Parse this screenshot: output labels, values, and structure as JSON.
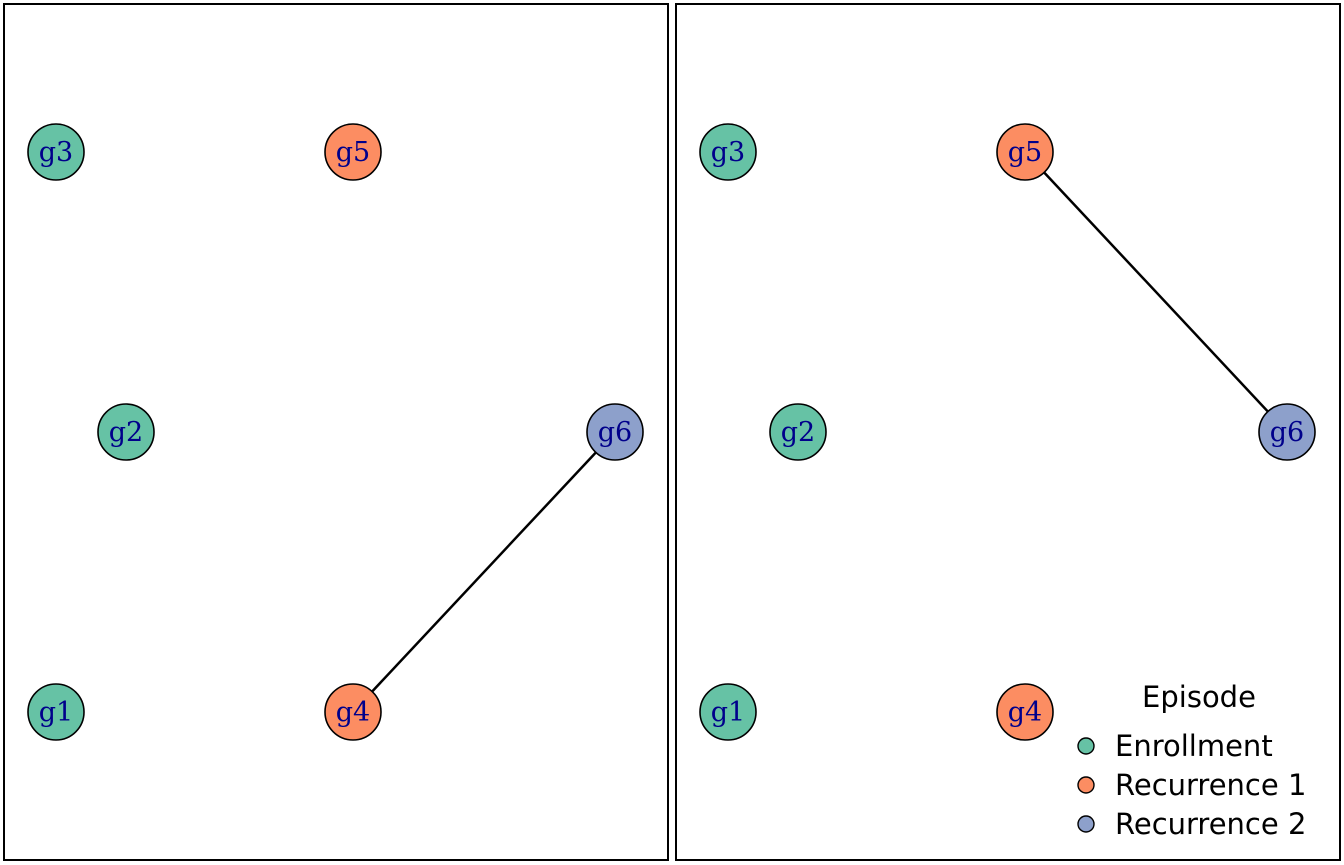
{
  "colors": {
    "enrollment": "#66c2a5",
    "recurrence_1": "#fc8d62",
    "recurrence_2": "#8da0cb",
    "label_text": "#00008b"
  },
  "panels": [
    {
      "nodes": [
        {
          "id": "g3",
          "label": "g3",
          "group": "enrollment"
        },
        {
          "id": "g5",
          "label": "g5",
          "group": "recurrence_1"
        },
        {
          "id": "g2",
          "label": "g2",
          "group": "enrollment"
        },
        {
          "id": "g6",
          "label": "g6",
          "group": "recurrence_2"
        },
        {
          "id": "g1",
          "label": "g1",
          "group": "enrollment"
        },
        {
          "id": "g4",
          "label": "g4",
          "group": "recurrence_1"
        }
      ],
      "edges": [
        {
          "from": "g4",
          "to": "g6"
        }
      ]
    },
    {
      "nodes": [
        {
          "id": "g3",
          "label": "g3",
          "group": "enrollment"
        },
        {
          "id": "g5",
          "label": "g5",
          "group": "recurrence_1"
        },
        {
          "id": "g2",
          "label": "g2",
          "group": "enrollment"
        },
        {
          "id": "g6",
          "label": "g6",
          "group": "recurrence_2"
        },
        {
          "id": "g1",
          "label": "g1",
          "group": "enrollment"
        },
        {
          "id": "g4",
          "label": "g4",
          "group": "recurrence_1"
        }
      ],
      "edges": [
        {
          "from": "g5",
          "to": "g6"
        }
      ]
    }
  ],
  "legend": {
    "title": "Episode",
    "items": [
      {
        "label": "Enrollment",
        "group": "enrollment"
      },
      {
        "label": "Recurrence 1",
        "group": "recurrence_1"
      },
      {
        "label": "Recurrence 2",
        "group": "recurrence_2"
      }
    ]
  }
}
